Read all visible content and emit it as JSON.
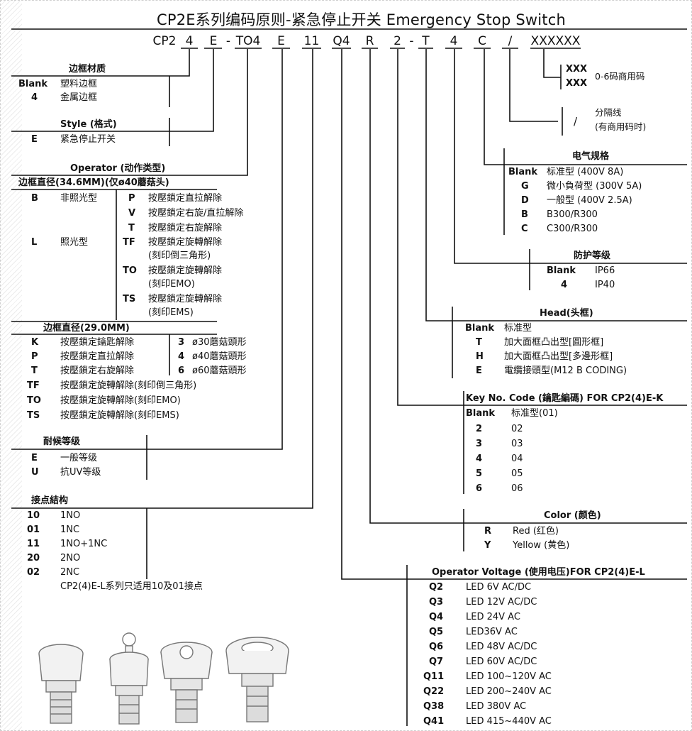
{
  "title": "CP2E系列编码原则-紧急停止开关 Emergency Stop Switch",
  "code_segments": [
    "CP2",
    "4",
    "E",
    "-",
    "TO4",
    "E",
    "11",
    "Q4",
    "R",
    "2",
    "-",
    "T",
    "4",
    "C",
    "/",
    "XXXXXX"
  ],
  "commercial": {
    "rows": [
      "XXX",
      "XXX"
    ],
    "desc": "0-6码商用码"
  },
  "separator": {
    "symbol": "/",
    "desc1": "分隔线",
    "desc2": "(有商用码时)"
  },
  "frame_material": {
    "heading": "边框材质",
    "rows": [
      {
        "code": "Blank",
        "desc": "塑料边框"
      },
      {
        "code": "4",
        "desc": "金属边框"
      }
    ]
  },
  "style": {
    "heading": "Style (格式)",
    "rows": [
      {
        "code": "E",
        "desc": "紧急停止开关"
      }
    ]
  },
  "operator": {
    "heading": "Operator (动作类型)",
    "sub1": "边框直径(34.6MM)(仅ø40蘑菇头)",
    "left": [
      {
        "code": "B",
        "desc": "非照光型"
      },
      {
        "code": "L",
        "desc": "照光型"
      }
    ],
    "right": [
      {
        "code": "P",
        "desc": "按壓鎖定直拉解除"
      },
      {
        "code": "V",
        "desc": "按壓鎖定右旋/直拉解除"
      },
      {
        "code": "T",
        "desc": "按壓鎖定右旋解除"
      },
      {
        "code": "TF",
        "desc": "按壓鎖定旋轉解除",
        "note": "(刻印倒三角形)"
      },
      {
        "code": "TO",
        "desc": "按壓鎖定旋轉解除",
        "note": "(刻印EMO)"
      },
      {
        "code": "TS",
        "desc": "按壓鎖定旋轉解除",
        "note": "(刻印EMS)"
      }
    ],
    "sub2": "边框直径(29.0MM)",
    "rows2": [
      {
        "code": "K",
        "desc": "按壓鎖定鑰匙解除"
      },
      {
        "code": "P",
        "desc": "按壓鎖定直拉解除"
      },
      {
        "code": "T",
        "desc": "按壓鎖定右旋解除"
      },
      {
        "code": "TF",
        "desc": "按壓鎖定旋轉解除(刻印倒三角形)"
      },
      {
        "code": "TO",
        "desc": "按壓鎖定旋轉解除(刻印EMO)"
      },
      {
        "code": "TS",
        "desc": "按壓鎖定旋轉解除(刻印EMS)"
      }
    ],
    "sizes": [
      {
        "code": "3",
        "desc": "ø30蘑菇頭形"
      },
      {
        "code": "4",
        "desc": "ø40蘑菇頭形"
      },
      {
        "code": "6",
        "desc": "ø60蘑菇頭形"
      }
    ]
  },
  "weather": {
    "heading": "耐候等级",
    "rows": [
      {
        "code": "E",
        "desc": "一般等级"
      },
      {
        "code": "U",
        "desc": "抗UV等级"
      }
    ]
  },
  "contact": {
    "heading": "接点結构",
    "rows": [
      {
        "code": "10",
        "desc": "1NO"
      },
      {
        "code": "01",
        "desc": "1NC"
      },
      {
        "code": "11",
        "desc": "1NO+1NC"
      },
      {
        "code": "20",
        "desc": "2NO"
      },
      {
        "code": "02",
        "desc": "2NC"
      }
    ],
    "note": "CP2(4)E-L系列只适用10及01接点"
  },
  "electrical": {
    "heading": "电气规格",
    "rows": [
      {
        "code": "Blank",
        "desc": "标准型 (400V 8A)"
      },
      {
        "code": "G",
        "desc": "微小負荷型 (300V 5A)"
      },
      {
        "code": "D",
        "desc": "一般型 (400V 2.5A)"
      },
      {
        "code": "B",
        "desc": "B300/R300"
      },
      {
        "code": "C",
        "desc": "C300/R300"
      }
    ]
  },
  "protection": {
    "heading": "防护等级",
    "rows": [
      {
        "code": "Blank",
        "desc": "IP66"
      },
      {
        "code": "4",
        "desc": "IP40"
      }
    ]
  },
  "head": {
    "heading": "Head(头框)",
    "rows": [
      {
        "code": "Blank",
        "desc": "标准型"
      },
      {
        "code": "T",
        "desc": "加大面框凸出型[圓形框]"
      },
      {
        "code": "H",
        "desc": "加大面框凸出型[多邊形框]"
      },
      {
        "code": "E",
        "desc": "電纜接頭型(M12 B CODING)"
      }
    ]
  },
  "key_code": {
    "heading": "Key No. Code (鑰匙編碼) FOR CP2(4)E-K",
    "rows": [
      {
        "code": "Blank",
        "desc": "标准型(01)"
      },
      {
        "code": "2",
        "desc": "02"
      },
      {
        "code": "3",
        "desc": "03"
      },
      {
        "code": "4",
        "desc": "04"
      },
      {
        "code": "5",
        "desc": "05"
      },
      {
        "code": "6",
        "desc": "06"
      }
    ]
  },
  "color": {
    "heading": "Color (颜色)",
    "rows": [
      {
        "code": "R",
        "desc": "Red (红色)"
      },
      {
        "code": "Y",
        "desc": "Yellow (黄色)"
      }
    ]
  },
  "voltage": {
    "heading": "Operator Voltage (使用电压)FOR CP2(4)E-L",
    "rows": [
      {
        "code": "Q2",
        "desc": "LED 6V AC/DC"
      },
      {
        "code": "Q3",
        "desc": "LED 12V AC/DC"
      },
      {
        "code": "Q4",
        "desc": "LED 24V AC"
      },
      {
        "code": "Q5",
        "desc": "LED36V AC"
      },
      {
        "code": "Q6",
        "desc": "LED 48V AC/DC"
      },
      {
        "code": "Q7",
        "desc": "LED 60V AC/DC"
      },
      {
        "code": "Q11",
        "desc": "LED 100~120V AC"
      },
      {
        "code": "Q22",
        "desc": "LED 200~240V AC"
      },
      {
        "code": "Q38",
        "desc": "LED 380V AC"
      },
      {
        "code": "Q41",
        "desc": "LED 415~440V AC"
      }
    ]
  },
  "products": [
    "illuminated-mushroom-button",
    "key-release-button",
    "mushroom-button-40",
    "mushroom-button-60"
  ]
}
